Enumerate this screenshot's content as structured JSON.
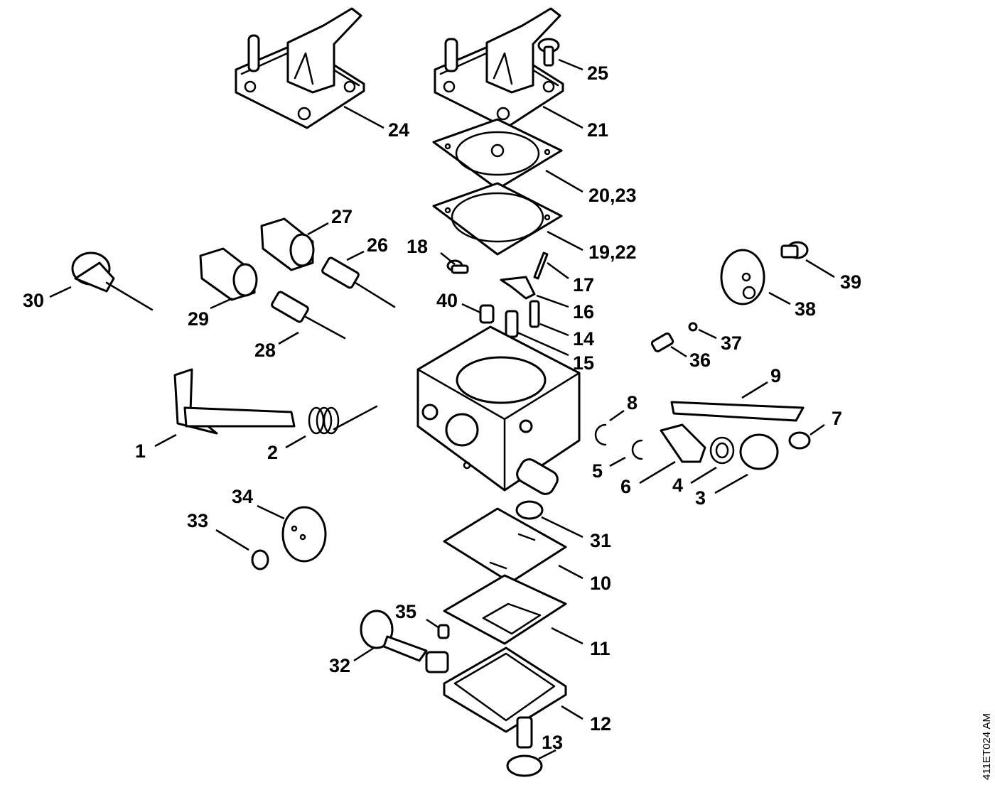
{
  "reference_code": "411ET024 AM",
  "labels": [
    {
      "id": "1",
      "text": "1"
    },
    {
      "id": "2",
      "text": "2"
    },
    {
      "id": "3",
      "text": "3"
    },
    {
      "id": "4",
      "text": "4"
    },
    {
      "id": "5",
      "text": "5"
    },
    {
      "id": "6",
      "text": "6"
    },
    {
      "id": "7",
      "text": "7"
    },
    {
      "id": "8",
      "text": "8"
    },
    {
      "id": "9",
      "text": "9"
    },
    {
      "id": "10",
      "text": "10"
    },
    {
      "id": "11",
      "text": "11"
    },
    {
      "id": "12",
      "text": "12"
    },
    {
      "id": "13",
      "text": "13"
    },
    {
      "id": "14",
      "text": "14"
    },
    {
      "id": "15",
      "text": "15"
    },
    {
      "id": "16",
      "text": "16"
    },
    {
      "id": "17",
      "text": "17"
    },
    {
      "id": "18",
      "text": "18"
    },
    {
      "id": "19-22",
      "text": "19,22"
    },
    {
      "id": "20-23",
      "text": "20,23"
    },
    {
      "id": "21",
      "text": "21"
    },
    {
      "id": "24",
      "text": "24"
    },
    {
      "id": "25",
      "text": "25"
    },
    {
      "id": "26",
      "text": "26"
    },
    {
      "id": "27",
      "text": "27"
    },
    {
      "id": "28",
      "text": "28"
    },
    {
      "id": "29",
      "text": "29"
    },
    {
      "id": "30",
      "text": "30"
    },
    {
      "id": "31",
      "text": "31"
    },
    {
      "id": "32",
      "text": "32"
    },
    {
      "id": "33",
      "text": "33"
    },
    {
      "id": "34",
      "text": "34"
    },
    {
      "id": "35",
      "text": "35"
    },
    {
      "id": "36",
      "text": "36"
    },
    {
      "id": "37",
      "text": "37"
    },
    {
      "id": "38",
      "text": "38"
    },
    {
      "id": "39",
      "text": "39"
    },
    {
      "id": "40",
      "text": "40"
    }
  ]
}
